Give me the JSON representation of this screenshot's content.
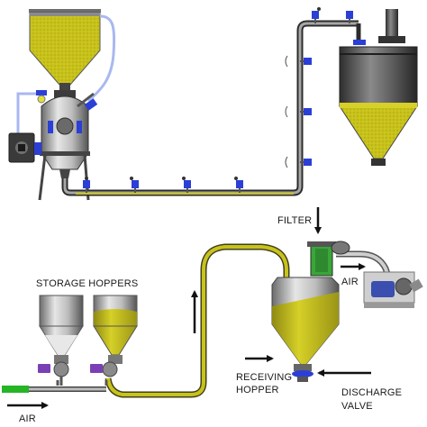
{
  "labels": {
    "filter": "FILTER",
    "air_exhaust": "AIR",
    "storage_hoppers": "STORAGE HOPPERS",
    "receiving_hopper_line1": "RECEIVING",
    "receiving_hopper_line2": "HOPPER",
    "discharge_valve_line1": "DISCHARGE",
    "discharge_valve_line2": "VALVE",
    "air_inlet": "AIR"
  },
  "colors": {
    "material": "#c8c21a",
    "material_dark": "#8f8a12",
    "steel_light": "#d9d9d9",
    "steel_dark": "#5a5a5a",
    "pipe": "#5f5f5f",
    "valve_blue": "#2b3fd6",
    "valve_purple": "#7b3fb5",
    "filter_green": "#3aa63a",
    "inlet_green": "#25b525",
    "hose_light_blue": "#a9b8f0",
    "arrow": "#111111"
  }
}
